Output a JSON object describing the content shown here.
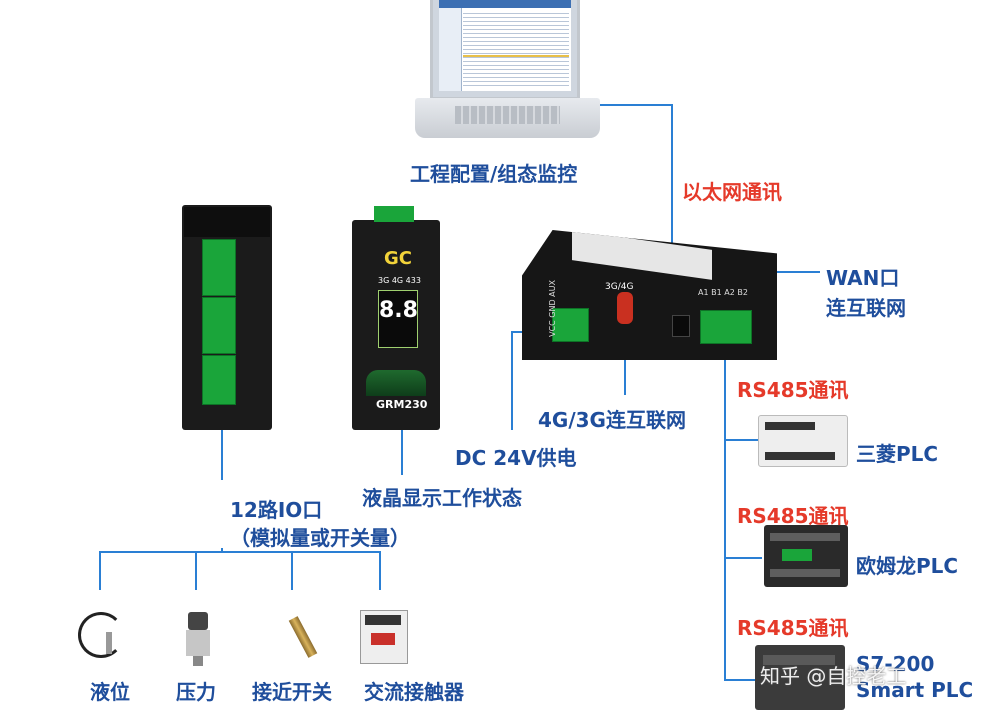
{
  "labels": {
    "config_monitor": "工程配置/组态监控",
    "ethernet": "以太网通讯",
    "wan_port": "WAN口",
    "wan_internet": "连互联网",
    "cellular_internet": "4G/3G连互联网",
    "dc_power": "DC 24V供电",
    "io_ports": "12路IO口",
    "io_types": "（模拟量或开关量）",
    "lcd_status": "液晶显示工作状态",
    "rs485_1": "RS485通讯",
    "rs485_2": "RS485通讯",
    "rs485_3": "RS485通讯",
    "plc_mitsubishi": "三菱PLC",
    "plc_omron": "欧姆龙PLC",
    "plc_s7_1": "S7-200",
    "plc_s7_2": "Smart PLC",
    "sensor_level": "液位",
    "sensor_pressure": "压力",
    "sensor_proximity": "接近开关",
    "sensor_contactor": "交流接触器"
  },
  "device": {
    "brand": "GC",
    "model": "GRM230",
    "signals": "3G 4G 433",
    "antenna": "3G/4G",
    "power_pins": [
      "VCC",
      "GND",
      "AUX"
    ],
    "rs485_pins": [
      "A1",
      "B1",
      "A2",
      "B2"
    ]
  },
  "watermark": "知乎 @自控老工",
  "colors": {
    "blue": "#1f4e9c",
    "red": "#e53a2a",
    "wire": "#2a7fd4",
    "terminal": "#1aa53a"
  }
}
